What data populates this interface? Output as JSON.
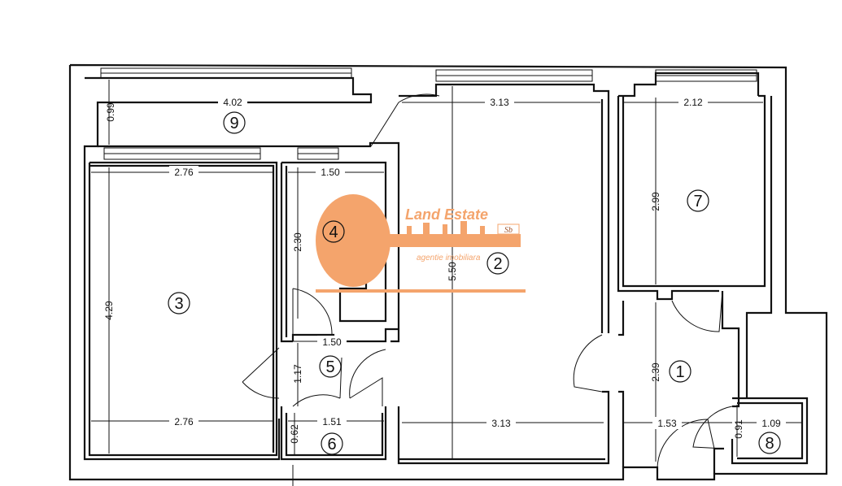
{
  "plan": {
    "rooms": [
      {
        "id": "room-1",
        "label": "1"
      },
      {
        "id": "room-2",
        "label": "2"
      },
      {
        "id": "room-3",
        "label": "3"
      },
      {
        "id": "room-4",
        "label": "4"
      },
      {
        "id": "room-5",
        "label": "5"
      },
      {
        "id": "room-6",
        "label": "6"
      },
      {
        "id": "room-7",
        "label": "7"
      },
      {
        "id": "room-8",
        "label": "8"
      },
      {
        "id": "room-9",
        "label": "9"
      }
    ],
    "dimensions": {
      "d_402": "4.02",
      "d_099": "0.99",
      "d_313_top": "3.13",
      "d_212": "2.12",
      "d_276_top": "2.76",
      "d_150_top": "1.50",
      "d_230": "2.30",
      "d_550": "5.50",
      "d_299": "2.99",
      "d_429": "4.29",
      "d_150_mid": "1.50",
      "d_117": "1.17",
      "d_239": "2.39",
      "d_276_bottom": "2.76",
      "d_151": "1.51",
      "d_313_bottom": "3.13",
      "d_153": "1.53",
      "d_091": "0.91",
      "d_109": "1.09",
      "d_062": "0.62"
    }
  },
  "watermark": {
    "title": "Land Estate",
    "subtitle": "agentie imobiliara",
    "badge": "Sb"
  },
  "colors": {
    "wall": "#111111",
    "watermark": "#f4a46c"
  }
}
